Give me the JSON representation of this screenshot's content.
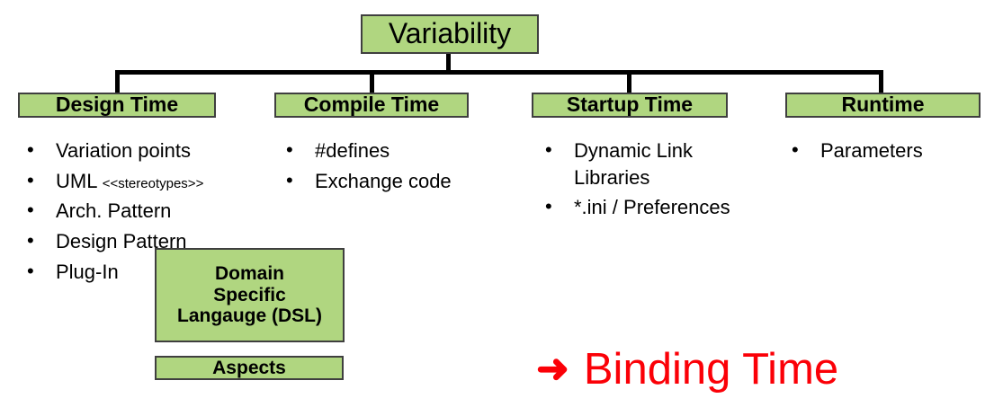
{
  "diagram": {
    "root": {
      "label": "Variability"
    },
    "categories": [
      {
        "label": "Design Time",
        "items": [
          {
            "text": "Variation points"
          },
          {
            "text": "UML ",
            "small": "<<stereotypes>>"
          },
          {
            "text": "Arch. Pattern"
          },
          {
            "text": "Design Pattern"
          },
          {
            "text": "Plug-In"
          }
        ]
      },
      {
        "label": "Compile Time",
        "items": [
          {
            "text": "#defines"
          },
          {
            "text": "Exchange code"
          }
        ]
      },
      {
        "label": "Startup Time",
        "items": [
          {
            "text": "Dynamic Link Libraries"
          },
          {
            "text": "*.ini / Preferences"
          }
        ]
      },
      {
        "label": "Runtime",
        "items": [
          {
            "text": "Parameters"
          }
        ]
      }
    ],
    "extra_boxes": [
      {
        "name": "dsl-box",
        "lines": [
          "Domain",
          "Specific",
          "Langauge (DSL)"
        ]
      },
      {
        "name": "aspects-box",
        "lines": [
          "Aspects"
        ]
      }
    ],
    "callout": {
      "arrow": "➜",
      "text": "Binding Time",
      "color": "#fb0007"
    },
    "colors": {
      "box_fill": "#b0d680",
      "box_border": "#3f3f3f",
      "connector": "#000000",
      "text": "#000000",
      "callout": "#fb0007"
    }
  }
}
